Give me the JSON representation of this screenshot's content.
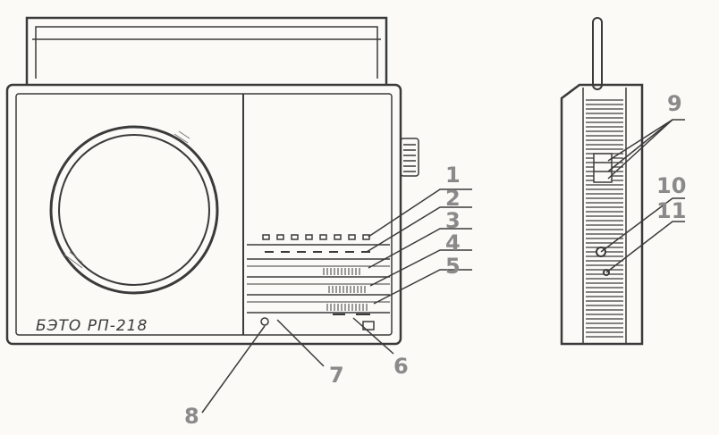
{
  "front_view": {
    "brand_label": "БЭТО  РП-218"
  },
  "callouts": [
    {
      "id": "1",
      "label": "1"
    },
    {
      "id": "2",
      "label": "2"
    },
    {
      "id": "3",
      "label": "3"
    },
    {
      "id": "4",
      "label": "4"
    },
    {
      "id": "5",
      "label": "5"
    },
    {
      "id": "6",
      "label": "6"
    },
    {
      "id": "7",
      "label": "7"
    },
    {
      "id": "8",
      "label": "8"
    },
    {
      "id": "9",
      "label": "9"
    },
    {
      "id": "10",
      "label": "10"
    },
    {
      "id": "11",
      "label": "11"
    }
  ],
  "colors": {
    "ink": "#3a3a3a",
    "callout": "#8a8a8a",
    "background": "#fbfaf7"
  }
}
